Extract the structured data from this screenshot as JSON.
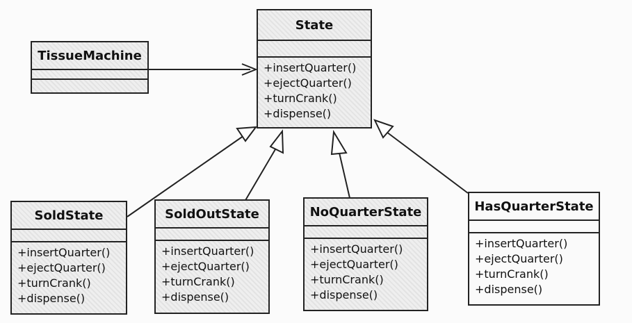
{
  "diagram": {
    "classes": {
      "state": {
        "name": "State",
        "operations": [
          "+insertQuarter()",
          "+ejectQuarter()",
          "+turnCrank()",
          "+dispense()"
        ]
      },
      "tissue_machine": {
        "name": "TissueMachine",
        "operations": []
      },
      "sold_state": {
        "name": "SoldState",
        "operations": [
          "+insertQuarter()",
          "+ejectQuarter()",
          "+turnCrank()",
          "+dispense()"
        ]
      },
      "sold_out_state": {
        "name": "SoldOutState",
        "operations": [
          "+insertQuarter()",
          "+ejectQuarter()",
          "+turnCrank()",
          "+dispense()"
        ]
      },
      "no_quarter_state": {
        "name": "NoQuarterState",
        "operations": [
          "+insertQuarter()",
          "+ejectQuarter()",
          "+turnCrank()",
          "+dispense()"
        ]
      },
      "has_quarter_state": {
        "name": "HasQuarterState",
        "operations": [
          "+insertQuarter()",
          "+ejectQuarter()",
          "+turnCrank()",
          "+dispense()"
        ]
      }
    },
    "relationships": [
      {
        "type": "association",
        "from": "TissueMachine",
        "to": "State"
      },
      {
        "type": "generalization",
        "from": "SoldState",
        "to": "State"
      },
      {
        "type": "generalization",
        "from": "SoldOutState",
        "to": "State"
      },
      {
        "type": "generalization",
        "from": "NoQuarterState",
        "to": "State"
      },
      {
        "type": "generalization",
        "from": "HasQuarterState",
        "to": "State"
      }
    ],
    "colors": {
      "line": "#222222",
      "box_fill": "#f3f3f3",
      "background": "#fbfbfb"
    }
  }
}
